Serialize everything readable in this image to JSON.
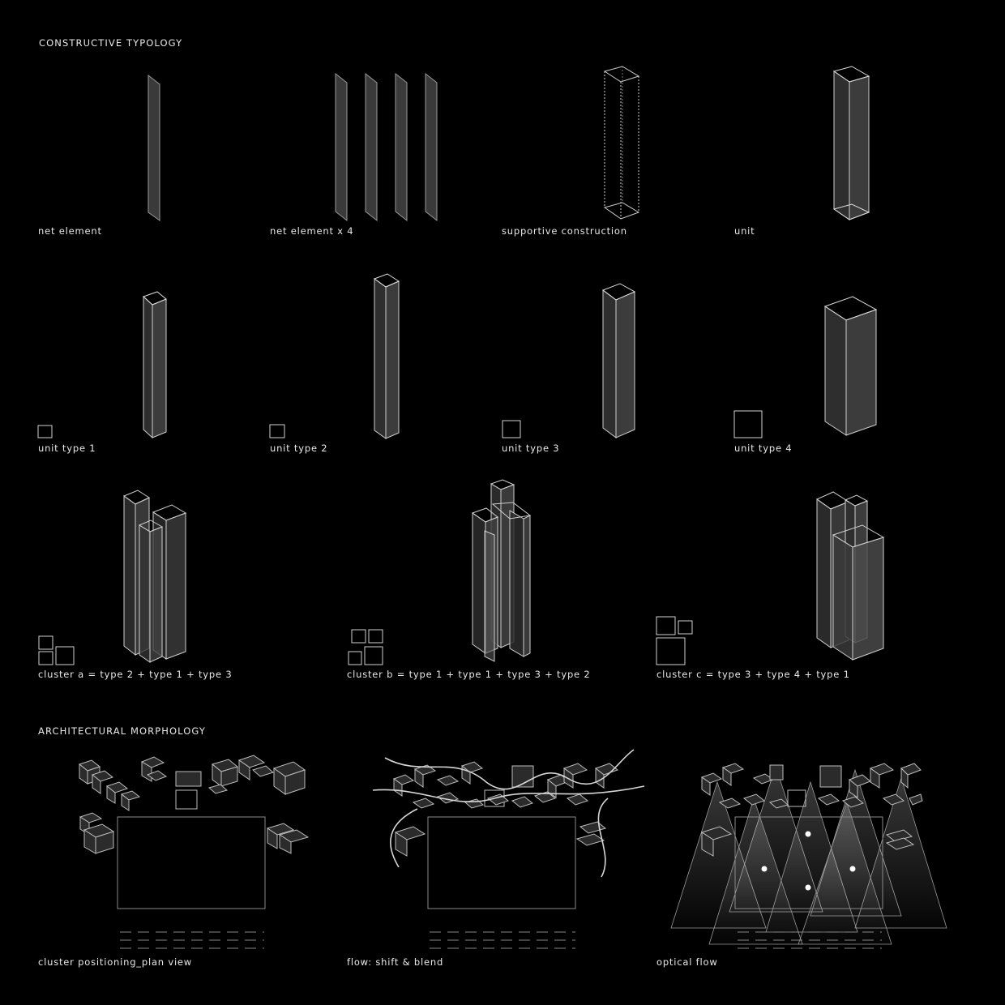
{
  "sections": {
    "constructive": {
      "title": "CONSTRUCTIVE TYPOLOGY"
    },
    "morphology": {
      "title": "ARCHITECTURAL MORPHOLOGY"
    }
  },
  "row1": [
    {
      "label": "net element"
    },
    {
      "label": "net element x 4"
    },
    {
      "label": "supportive construction"
    },
    {
      "label": "unit"
    }
  ],
  "row2": [
    {
      "label": "unit type 1"
    },
    {
      "label": "unit type 2"
    },
    {
      "label": "unit type 3"
    },
    {
      "label": "unit type 4"
    }
  ],
  "row3": [
    {
      "label": "cluster a = type 2 + type 1 + type 3"
    },
    {
      "label": "cluster b = type 1 + type 1 + type 3 + type 2"
    },
    {
      "label": "cluster c = type 3 + type 4 + type 1"
    }
  ],
  "row4": [
    {
      "label": "cluster positioning_plan view"
    },
    {
      "label": "flow: shift & blend"
    },
    {
      "label": "optical flow"
    }
  ],
  "colors": {
    "background": "#000000",
    "line": "#d9d9d9",
    "text": "#e8e8e8"
  }
}
